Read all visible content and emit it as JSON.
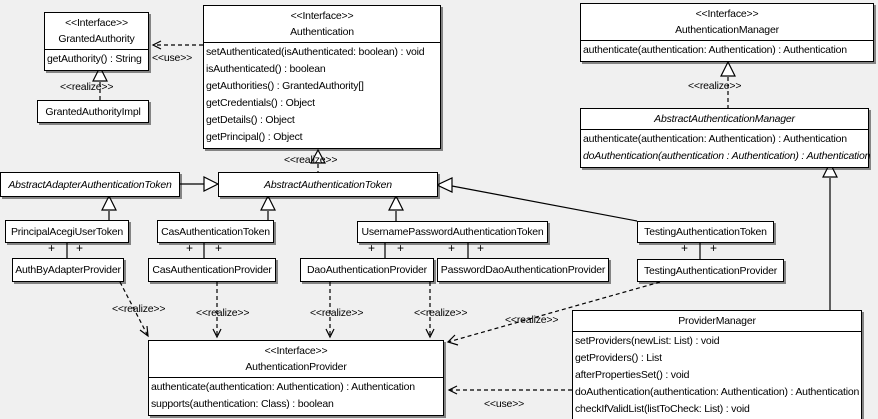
{
  "diagram_type": "uml-class-diagram",
  "colors": {
    "background": "#f0f0f0",
    "box_fill": "#ffffff",
    "line": "#000000"
  },
  "stereotypes": {
    "interface": "<<Interface>>",
    "realize": "<<realize>>",
    "use": "<<use>>",
    "plus": "+"
  },
  "classes": {
    "granted_authority": {
      "stereotype": "<<Interface>>",
      "name": "GrantedAuthority",
      "methods": [
        "getAuthority() : String"
      ]
    },
    "granted_authority_impl": {
      "name": "GrantedAuthorityImpl"
    },
    "authentication": {
      "stereotype": "<<Interface>>",
      "name": "Authentication",
      "methods": [
        "setAuthenticated(isAuthenticated: boolean) : void",
        "isAuthenticated() : boolean",
        "getAuthorities() : GrantedAuthority[]",
        "getCredentials() : Object",
        "getDetails() : Object",
        "getPrincipal() : Object"
      ]
    },
    "authentication_manager": {
      "stereotype": "<<Interface>>",
      "name": "AuthenticationManager",
      "methods": [
        "authenticate(authentication: Authentication) : Authentication"
      ]
    },
    "abstract_authentication_manager": {
      "name": "AbstractAuthenticationManager",
      "abstract": true,
      "methods": [
        "authenticate(authentication: Authentication) : Authentication",
        "doAuthentication(authentication : Authentication) : Authentication"
      ]
    },
    "abstract_adapter_authentication_token": {
      "name": "AbstractAdapterAuthenticationToken",
      "abstract": true
    },
    "abstract_authentication_token": {
      "name": "AbstractAuthenticationToken",
      "abstract": true
    },
    "principal_acegi_user_token": {
      "name": "PrincipalAcegiUserToken"
    },
    "cas_authentication_token": {
      "name": "CasAuthenticationToken"
    },
    "username_password_authentication_token": {
      "name": "UsernamePasswordAuthenticationToken"
    },
    "testing_authentication_token": {
      "name": "TestingAuthenticationToken"
    },
    "auth_by_adapter_provider": {
      "name": "AuthByAdapterProvider"
    },
    "cas_authentication_provider": {
      "name": "CasAuthenticationProvider"
    },
    "dao_authentication_provider": {
      "name": "DaoAuthenticationProvider"
    },
    "password_dao_authentication_provider": {
      "name": "PasswordDaoAuthenticationProvider"
    },
    "testing_authentication_provider": {
      "name": "TestingAuthenticationProvider"
    },
    "authentication_provider": {
      "stereotype": "<<Interface>>",
      "name": "AuthenticationProvider",
      "methods": [
        "authenticate(authentication: Authentication) : Authentication",
        "supports(authentication: Class) : boolean"
      ]
    },
    "provider_manager": {
      "name": "ProviderManager",
      "methods": [
        "setProviders(newList: List) : void",
        "getProviders() : List",
        "afterPropertiesSet() : void",
        "doAuthentication(authentication: Authentication) : Authentication",
        "checkIfValidList(listToCheck: List) : void"
      ]
    }
  },
  "relationships": [
    {
      "from": "Authentication",
      "to": "GrantedAuthority",
      "type": "dependency",
      "label": "<<use>>"
    },
    {
      "from": "GrantedAuthorityImpl",
      "to": "GrantedAuthority",
      "type": "realize",
      "label": "<<realize>>"
    },
    {
      "from": "AbstractAuthenticationToken",
      "to": "Authentication",
      "type": "realize",
      "label": "<<realize>>"
    },
    {
      "from": "AbstractAuthenticationManager",
      "to": "AuthenticationManager",
      "type": "realize",
      "label": "<<realize>>"
    },
    {
      "from": "AbstractAdapterAuthenticationToken",
      "to": "AbstractAuthenticationToken",
      "type": "generalization"
    },
    {
      "from": "PrincipalAcegiUserToken",
      "to": "AbstractAdapterAuthenticationToken",
      "type": "generalization"
    },
    {
      "from": "CasAuthenticationToken",
      "to": "AbstractAuthenticationToken",
      "type": "generalization"
    },
    {
      "from": "UsernamePasswordAuthenticationToken",
      "to": "AbstractAuthenticationToken",
      "type": "generalization"
    },
    {
      "from": "TestingAuthenticationToken",
      "to": "AbstractAuthenticationToken",
      "type": "generalization"
    },
    {
      "from": "ProviderManager",
      "to": "AbstractAuthenticationManager",
      "type": "generalization"
    },
    {
      "from": "PrincipalAcegiUserToken",
      "to": "AuthByAdapterProvider",
      "type": "association",
      "end_labels": [
        "+",
        "+"
      ]
    },
    {
      "from": "CasAuthenticationToken",
      "to": "CasAuthenticationProvider",
      "type": "association",
      "end_labels": [
        "+",
        "+"
      ]
    },
    {
      "from": "UsernamePasswordAuthenticationToken",
      "to": "DaoAuthenticationProvider",
      "type": "association",
      "end_labels": [
        "+",
        "+"
      ]
    },
    {
      "from": "UsernamePasswordAuthenticationToken",
      "to": "PasswordDaoAuthenticationProvider",
      "type": "association",
      "end_labels": [
        "+",
        "+"
      ]
    },
    {
      "from": "TestingAuthenticationToken",
      "to": "TestingAuthenticationProvider",
      "type": "association",
      "end_labels": [
        "+",
        "+"
      ]
    },
    {
      "from": "AuthByAdapterProvider",
      "to": "AuthenticationProvider",
      "type": "realize",
      "label": "<<realize>>"
    },
    {
      "from": "CasAuthenticationProvider",
      "to": "AuthenticationProvider",
      "type": "realize",
      "label": "<<realize>>"
    },
    {
      "from": "DaoAuthenticationProvider",
      "to": "AuthenticationProvider",
      "type": "realize",
      "label": "<<realize>>"
    },
    {
      "from": "PasswordDaoAuthenticationProvider",
      "to": "AuthenticationProvider",
      "type": "realize",
      "label": "<<realize>>"
    },
    {
      "from": "TestingAuthenticationProvider",
      "to": "AuthenticationProvider",
      "type": "realize",
      "label": "<<realize>>"
    },
    {
      "from": "ProviderManager",
      "to": "AuthenticationProvider",
      "type": "dependency",
      "label": "<<use>>"
    }
  ]
}
